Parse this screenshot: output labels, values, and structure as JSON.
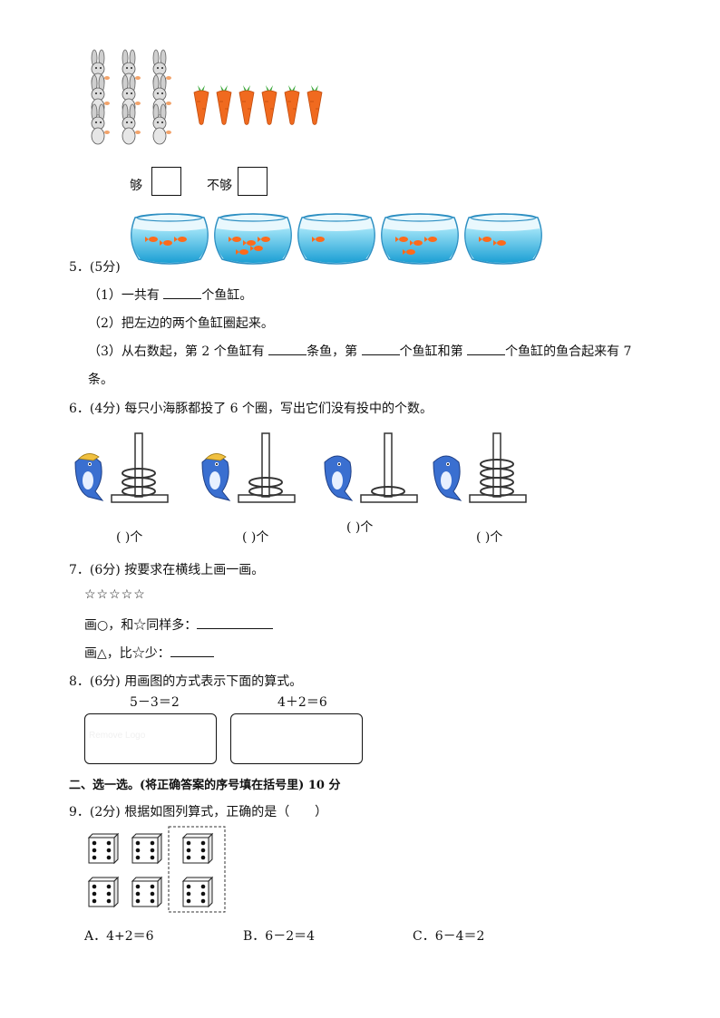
{
  "q4": {
    "enough_label": "够",
    "not_enough_label": "不够",
    "rabbit_icon": "rabbit-icon",
    "carrot_icon": "carrot-icon",
    "rabbit_count": 9,
    "carrot_count": 6
  },
  "q5": {
    "header": "5．(5分)",
    "fish_per_bowl": [
      3,
      5,
      1,
      4,
      2
    ],
    "line1_a": "（1）一共有",
    "line1_b": "个鱼缸。",
    "line2": "（2）把左边的两个鱼缸圈起来。",
    "line3_a": "（3）从右数起，第 2 个鱼缸有",
    "line3_b": "条鱼，第",
    "line3_c": "个鱼缸和第",
    "line3_d": "个鱼缸的鱼合起来有 7",
    "line3_e": "条。"
  },
  "q6": {
    "header": "6．(4分) 每只小海豚都投了 6 个圈，写出它们没有投中的个数。",
    "answer_label": "(      )个",
    "rings_on_pole": [
      3,
      2,
      1,
      4
    ]
  },
  "q7": {
    "header": "7．(6分) 按要求在横线上画一画。",
    "stars": "☆☆☆☆☆",
    "line_a": "画○，和☆同样多：",
    "line_b": "画△，比☆少："
  },
  "q8": {
    "header": "8．(6分) 用画图的方式表示下面的算式。",
    "eq1": "5－3＝2",
    "eq2": "4＋2＝6",
    "faint_text": "Remove Logo"
  },
  "section2": {
    "title": "二、选一选。(将正确答案的序号填在括号里) 10 分"
  },
  "q9": {
    "header": "9．(2分) 根据如图列算式，正确的是（　　）",
    "option_a": "A．4+2＝6",
    "option_b": "B．6－2＝4",
    "option_c": "C．6－4＝2",
    "dice_icon": "dice-icon"
  }
}
